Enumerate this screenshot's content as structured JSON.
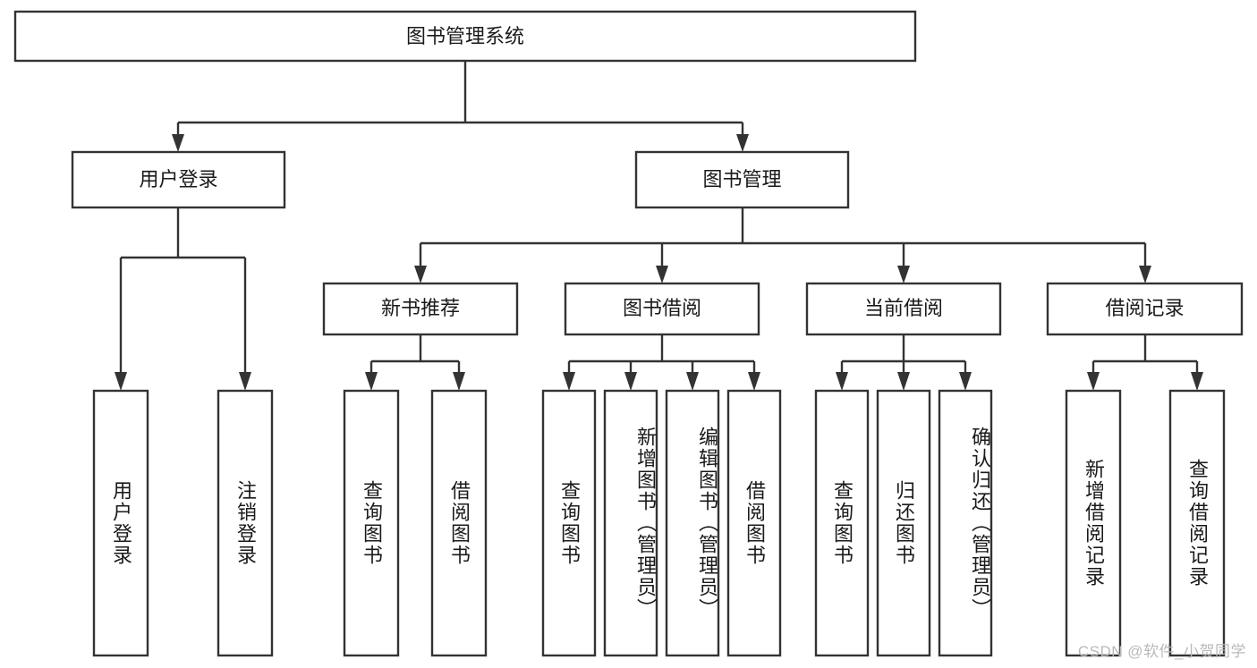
{
  "diagram": {
    "title": "图书管理系统",
    "type": "tree",
    "root": {
      "label": "图书管理系统"
    },
    "level2": [
      {
        "label": "用户登录"
      },
      {
        "label": "图书管理"
      }
    ],
    "level3": [
      {
        "label": "新书推荐"
      },
      {
        "label": "图书借阅"
      },
      {
        "label": "当前借阅"
      },
      {
        "label": "借阅记录"
      }
    ],
    "leaves": {
      "user_login": [
        {
          "label": "用户登录"
        },
        {
          "label": "注销登录"
        }
      ],
      "new_book_recommend": [
        {
          "label": "查询图书"
        },
        {
          "label": "借阅图书"
        }
      ],
      "book_borrow": [
        {
          "label": "查询图书"
        },
        {
          "label": "新增图书（管理员）"
        },
        {
          "label": "编辑图书（管理员）"
        },
        {
          "label": "借阅图书"
        }
      ],
      "current_borrow": [
        {
          "label": "查询图书"
        },
        {
          "label": "归还图书"
        },
        {
          "label": "确认归还（管理员）"
        }
      ],
      "borrow_record": [
        {
          "label": "新增借阅记录"
        },
        {
          "label": "查询借阅记录"
        }
      ]
    }
  },
  "watermark": {
    "text": "CSDN @软件_小贺同学"
  },
  "colors": {
    "stroke": "#333333",
    "box_fill": "#ffffff",
    "text": "#1a1a1a",
    "watermark": "#b9b9b9"
  }
}
